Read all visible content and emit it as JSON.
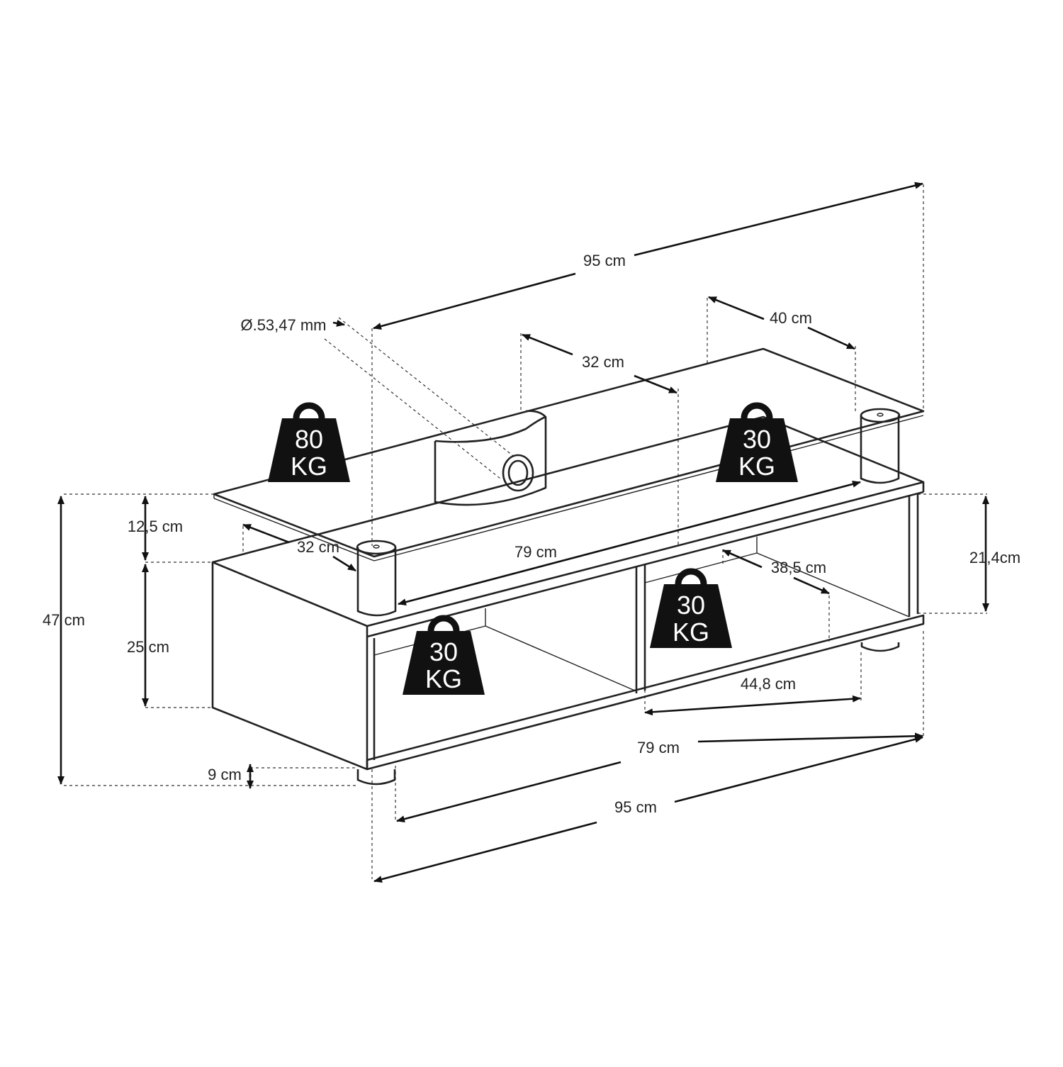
{
  "dimensions": {
    "total_width_top": "95 cm",
    "shelf_depth": "40 cm",
    "hole_diameter": "Ø.53,47 mm",
    "glass_depth_mid": "32 cm",
    "glass_depth_left": "32 cm",
    "glass_inner_width": "79 cm",
    "upper_height": "12,5 cm",
    "total_height": "47 cm",
    "cabinet_height": "25 cm",
    "foot_height": "9 cm",
    "compartment_depth": "38,5 cm",
    "compartment_width": "44,8 cm",
    "side_height": "21,4cm",
    "bottom_inner_width": "79 cm",
    "bottom_total_width": "95 cm"
  },
  "load_capacity": {
    "glass_top": {
      "value": "80",
      "unit": "KG"
    },
    "upper_right": {
      "value": "30",
      "unit": "KG"
    },
    "compartment_left": {
      "value": "30",
      "unit": "KG"
    },
    "compartment_right": {
      "value": "30",
      "unit": "KG"
    }
  },
  "icons": {
    "weight": "weight-icon",
    "arrow": "arrow-icon"
  }
}
